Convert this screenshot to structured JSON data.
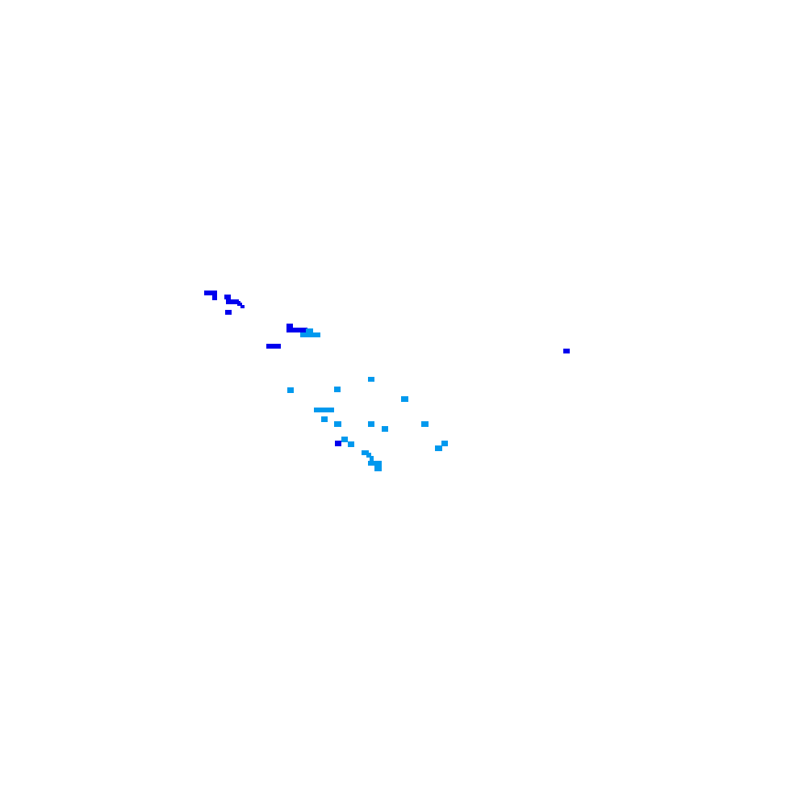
{
  "map": {
    "background_color": "#ffffff",
    "legend": [],
    "colors": {
      "dark_blue": "#0000ee",
      "light_blue": "#0099ee"
    },
    "regions": [
      {
        "name": "pixel-cluster-dark",
        "color_key": "dark_blue"
      },
      {
        "name": "pixel-cluster-light",
        "color_key": "light_blue"
      }
    ]
  }
}
